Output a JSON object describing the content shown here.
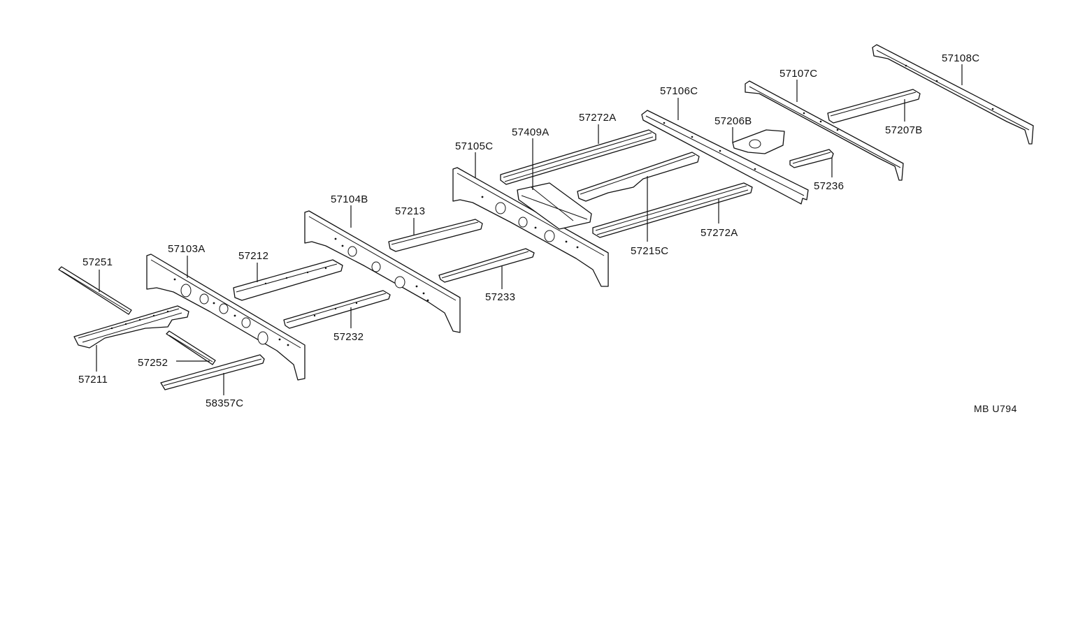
{
  "diagram_code": "MB U794",
  "parts": [
    {
      "id": "p57251",
      "number": "57251"
    },
    {
      "id": "p57103A",
      "number": "57103A"
    },
    {
      "id": "p57211",
      "number": "57211"
    },
    {
      "id": "p57252",
      "number": "57252"
    },
    {
      "id": "p58357C",
      "number": "58357C"
    },
    {
      "id": "p57212",
      "number": "57212"
    },
    {
      "id": "p57104B",
      "number": "57104B"
    },
    {
      "id": "p57232",
      "number": "57232"
    },
    {
      "id": "p57213",
      "number": "57213"
    },
    {
      "id": "p57233",
      "number": "57233"
    },
    {
      "id": "p57105C",
      "number": "57105C"
    },
    {
      "id": "p57409A",
      "number": "57409A"
    },
    {
      "id": "p57272A_top",
      "number": "57272A"
    },
    {
      "id": "p57215C",
      "number": "57215C"
    },
    {
      "id": "p57272A_bottom",
      "number": "57272A"
    },
    {
      "id": "p57106C",
      "number": "57106C"
    },
    {
      "id": "p57206B",
      "number": "57206B"
    },
    {
      "id": "p57236",
      "number": "57236"
    },
    {
      "id": "p57107C",
      "number": "57107C"
    },
    {
      "id": "p57207B",
      "number": "57207B"
    },
    {
      "id": "p57108C",
      "number": "57108C"
    }
  ]
}
